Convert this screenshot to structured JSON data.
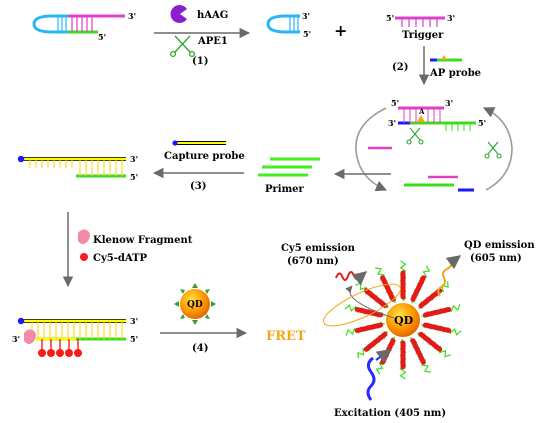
{
  "labels": {
    "hAAG": "hAAG",
    "APE1": "APE1",
    "step1": "(1)",
    "trigger": "Trigger",
    "step2": "(2)",
    "ap_probe": "AP probe",
    "capture_probe": "Capture probe",
    "primer": "Primer",
    "step3": "(3)",
    "klenow": "Klenow Fragment",
    "cy5_datp": "Cy5-dATP",
    "qd": "QD",
    "qd_big": "QD",
    "step4": "(4)",
    "fret": "FRET",
    "cy5_emission": "Cy5 emission",
    "cy5_nm": "(670 nm)",
    "qd_emission": "QD emission",
    "qd_nm": "(605 nm)",
    "excitation": "Excitation (405 nm)",
    "three_prime": "3'",
    "five_prime": "5'",
    "ap_site": "A"
  },
  "colors": {
    "hairpin": "#29b6f6",
    "trigger": "#e040c8",
    "green_strand": "#3ddc1e",
    "capture": "#ffff00",
    "capture_outline": "#000000",
    "primer": "#44ee22",
    "blue_tag": "#1a1aff",
    "red_dye": "#ff1a1a",
    "klenow": "#f28ba8",
    "qd_core": "#ff9a00",
    "fret_text": "#f2a81d",
    "arrow": "#555555",
    "excitation": "#2b2bff"
  },
  "icons": {
    "haag": "pacman-enzyme-icon",
    "ape1": "scissors-icon",
    "klenow": "polymerase-icon",
    "cy5": "red-dot-icon",
    "qd": "quantum-dot-icon"
  }
}
